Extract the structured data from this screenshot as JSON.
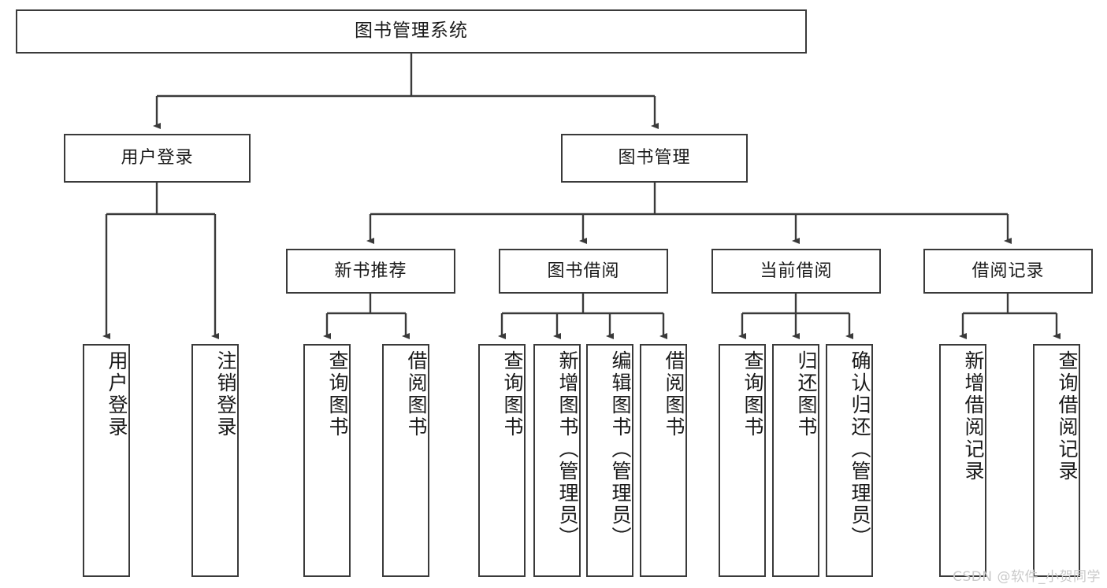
{
  "diagram": {
    "type": "tree",
    "title": "图书管理系统",
    "orientation": "top-down",
    "style": {
      "box_border_color": "#3a3a3a",
      "box_fill_color": "#ffffff",
      "text_color": "#1a1a1a",
      "connector_color": "#3a3a3a",
      "background": "#ffffff"
    },
    "root": {
      "label": "图书管理系统",
      "id": "root"
    },
    "level2": [
      {
        "id": "user-login",
        "label": "用户登录"
      },
      {
        "id": "book-management",
        "label": "图书管理"
      }
    ],
    "level3": [
      {
        "id": "new-book-recommend",
        "label": "新书推荐",
        "parent": "book-management"
      },
      {
        "id": "book-borrow",
        "label": "图书借阅",
        "parent": "book-management"
      },
      {
        "id": "current-borrow",
        "label": "当前借阅",
        "parent": "book-management"
      },
      {
        "id": "borrow-record",
        "label": "借阅记录",
        "parent": "book-management"
      }
    ],
    "leaves": {
      "user-login": [
        {
          "id": "leaf-user-login",
          "label": "用户登录"
        },
        {
          "id": "leaf-user-logout",
          "label": "注销登录"
        }
      ],
      "new-book-recommend": [
        {
          "id": "leaf-query-book-1",
          "label": "查询图书"
        },
        {
          "id": "leaf-borrow-book-1",
          "label": "借阅图书"
        }
      ],
      "book-borrow": [
        {
          "id": "leaf-query-book-2",
          "label": "查询图书"
        },
        {
          "id": "leaf-add-book",
          "label": "新增图书（管理员）"
        },
        {
          "id": "leaf-edit-book",
          "label": "编辑图书（管理员）"
        },
        {
          "id": "leaf-borrow-book-2",
          "label": "借阅图书"
        }
      ],
      "current-borrow": [
        {
          "id": "leaf-query-book-3",
          "label": "查询图书"
        },
        {
          "id": "leaf-return-book",
          "label": "归还图书"
        },
        {
          "id": "leaf-confirm-return",
          "label": "确认归还（管理员）"
        }
      ],
      "borrow-record": [
        {
          "id": "leaf-add-record",
          "label": "新增借阅记录"
        },
        {
          "id": "leaf-query-record",
          "label": "查询借阅记录"
        }
      ]
    }
  },
  "watermark": {
    "text": "CSDN @软件_小贺同学"
  }
}
